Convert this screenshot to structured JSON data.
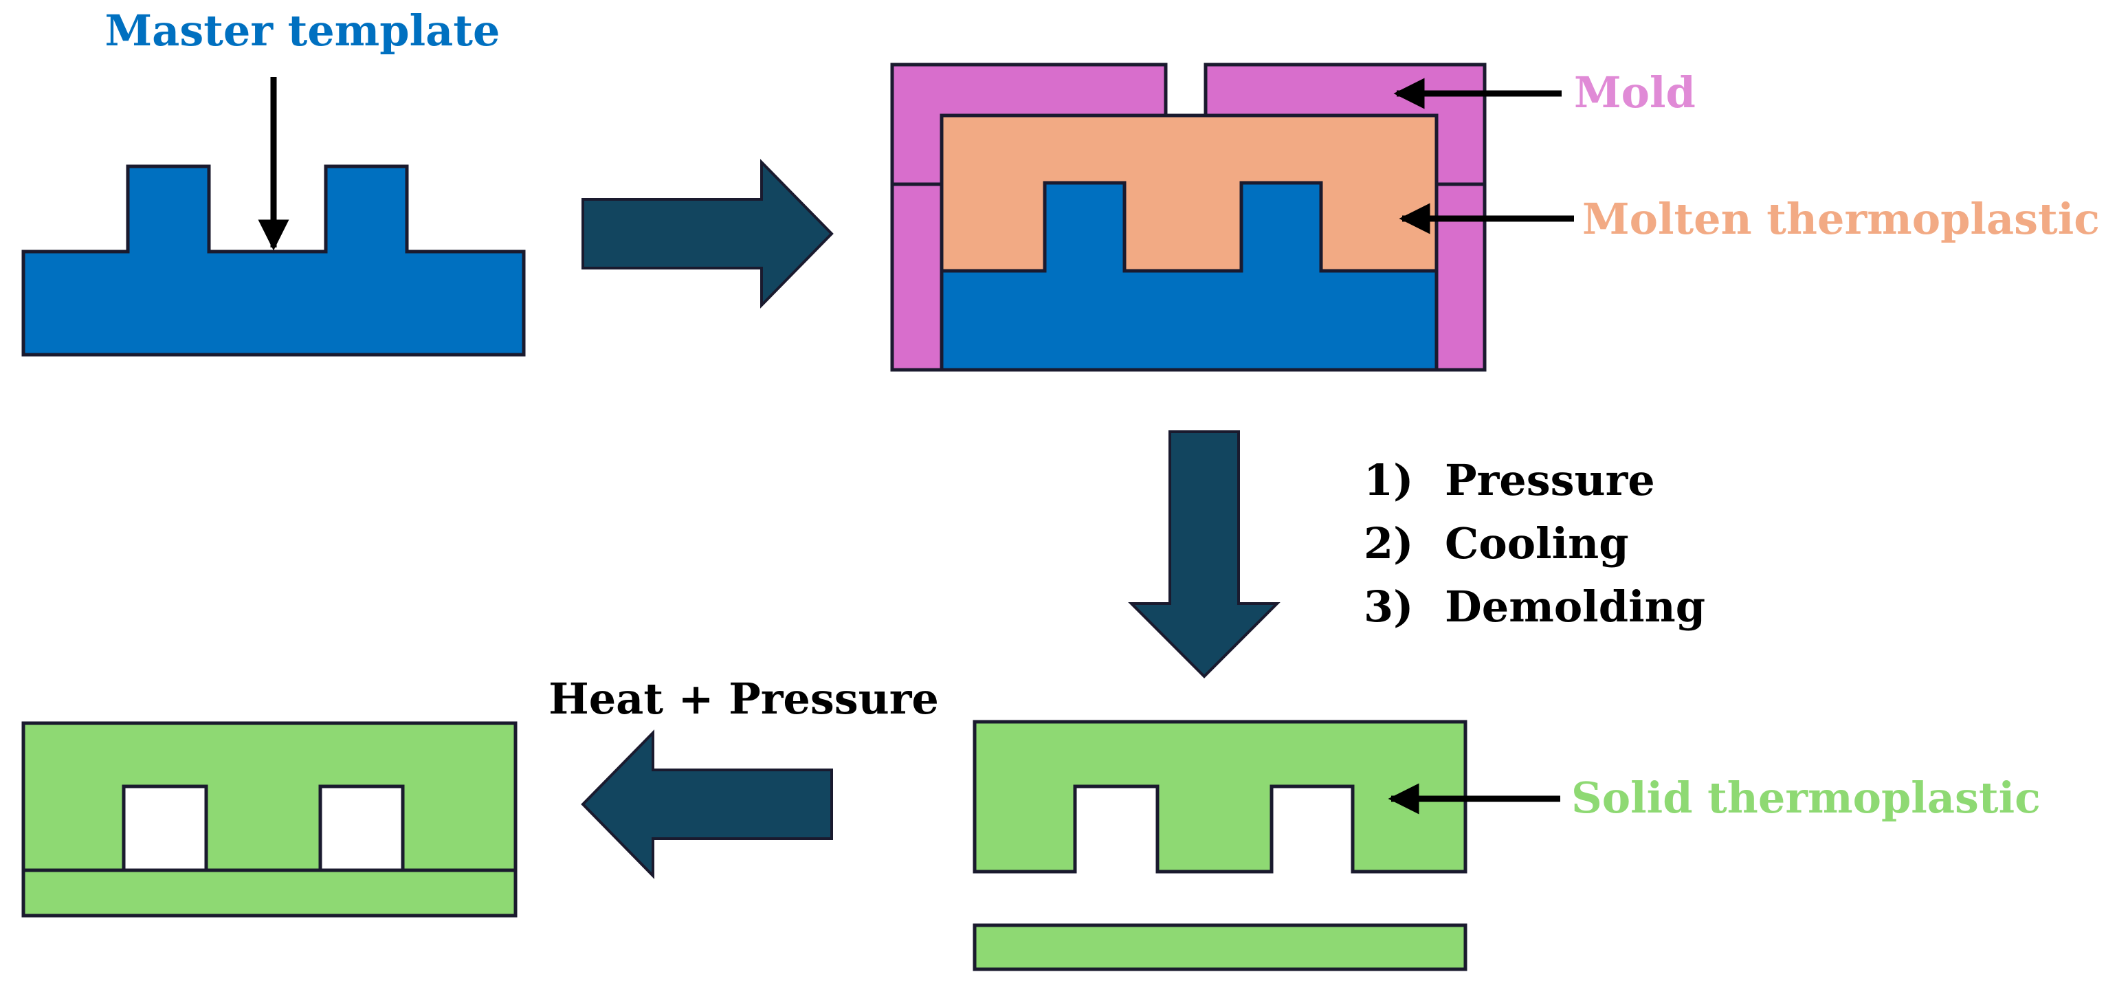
{
  "labels": {
    "master_template": "Master template",
    "mold": "Mold",
    "molten_thermoplastic": "Molten thermoplastic",
    "solid_thermoplastic": "Solid thermoplastic",
    "heat_pressure": "Heat + Pressure"
  },
  "steps": [
    {
      "num": "1)",
      "text": "Pressure"
    },
    {
      "num": "2)",
      "text": "Cooling"
    },
    {
      "num": "3)",
      "text": "Demolding"
    }
  ],
  "colors": {
    "template_blue": "#0070C0",
    "mold_magenta": "#D86ECC",
    "molten_orange": "#F2AA84",
    "solid_green": "#8ED973",
    "arrow_teal": "#12455F",
    "outline": "#1a1a2e",
    "label_blue": "#0070C0",
    "label_magenta": "#E08AD6",
    "label_orange": "#F2AA84",
    "label_green": "#8ED973",
    "text_black": "#000000"
  }
}
